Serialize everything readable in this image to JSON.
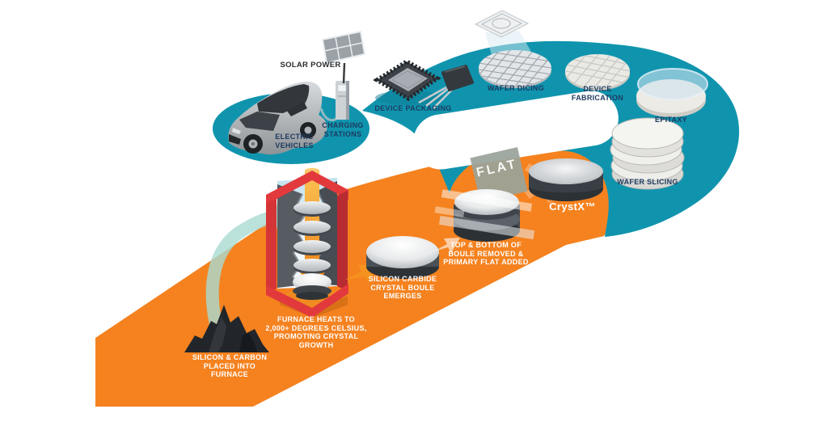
{
  "diagram": {
    "product": "CrystX™",
    "flat_tag": "FLAT",
    "colors": {
      "path_orange": "#F5821F",
      "path_teal": "#1094AE",
      "label_navy": "#1E3A5F",
      "label_white": "#FFFFFF",
      "furnace_red": "#E2393C",
      "rod_orange": "#F9B233",
      "tag_gray": "#9AA49B"
    },
    "stages": [
      {
        "name": "silicon-carbon",
        "label": "SILICON & CARBON\nPLACED INTO\nFURNACE"
      },
      {
        "name": "furnace",
        "label": "FURNACE HEATS TO\n2,000+ DEGREES CELSIUS,\nPROMOTING CRYSTAL\nGROWTH"
      },
      {
        "name": "boule-emerges",
        "label": "SILICON CARBIDE\nCRYSTAL BOULE\nEMERGES"
      },
      {
        "name": "flat-added",
        "label": "TOP & BOTTOM OF\nBOULE REMOVED &\nPRIMARY FLAT ADDED"
      },
      {
        "name": "crystx",
        "label": "CrystX™"
      },
      {
        "name": "wafer-slicing",
        "label": "WAFER SLICING"
      },
      {
        "name": "epitaxy",
        "label": "EPITAXY"
      },
      {
        "name": "device-fabrication",
        "label": "DEVICE\nFABRICATION"
      },
      {
        "name": "wafer-dicing",
        "label": "WAFER DICING"
      },
      {
        "name": "device-packaging",
        "label": "DEVICE PACKAGING"
      },
      {
        "name": "charging-stations",
        "label": "CHARGING\nSTATIONS"
      },
      {
        "name": "electric-vehicles",
        "label": "ELECTRIC\nVEHICLES"
      },
      {
        "name": "solar-power",
        "label": "SOLAR POWER"
      }
    ]
  }
}
